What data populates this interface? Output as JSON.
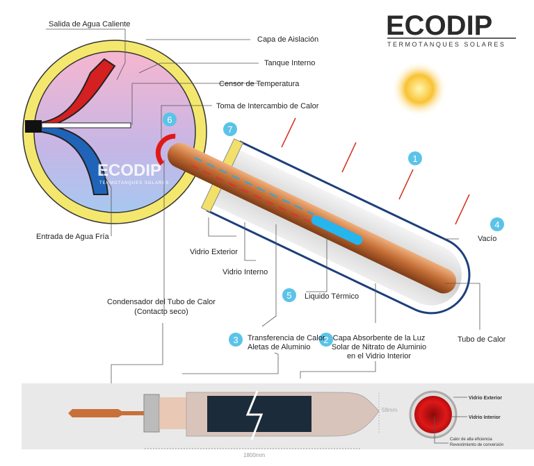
{
  "logo": {
    "brand": "ECODIP",
    "tagline": "TERMOTANQUES SOLARES",
    "watermark": "ECODIP",
    "watermark_tagline": "TERMOTANQUES SOLARES"
  },
  "labels": {
    "salida": "Salida de Agua Caliente",
    "aislacion": "Capa de Aislación",
    "tanque": "Tanque Interno",
    "censor": "Censor de Temperatura",
    "toma": "Toma de Intercambio de Calor",
    "entrada": "Entrada de Agua Fría",
    "vidrio_ext": "Vidrio Exterior",
    "vidrio_int": "Vidrio Interno",
    "vacio": "Vacío",
    "liquido": "Liquido Térmico",
    "condensador_1": "Condensador del Tubo de Calor",
    "condensador_2": "(Contacto seco)",
    "transferencia_1": "Transferencia de Calor",
    "transferencia_2": "Aletas de Aluminio",
    "capa_1": "Capa Absorbente de la Luz",
    "capa_2": "Solar de Nitrato de Aluminio",
    "capa_3": "en el Vidrio Interior",
    "tubo": "Tubo de Calor"
  },
  "numbers": [
    "1",
    "2",
    "3",
    "4",
    "5",
    "6",
    "7"
  ],
  "photo": {
    "diameter": "58mm",
    "length": "1800mm",
    "vidrio_exterior": "Vidrio Exterior",
    "vidrio_interior": "Vidrio Interior",
    "calor_1": "Calor de alta eficiencia",
    "calor_2": "Revestimiento de conversión"
  },
  "colors": {
    "number_badge": "#5bc3e8",
    "insulation": "#f3e56a",
    "hot": "#d42020",
    "cold": "#1f64b8",
    "copper": "#c8703a",
    "glass_border": "#1d3f7a"
  }
}
